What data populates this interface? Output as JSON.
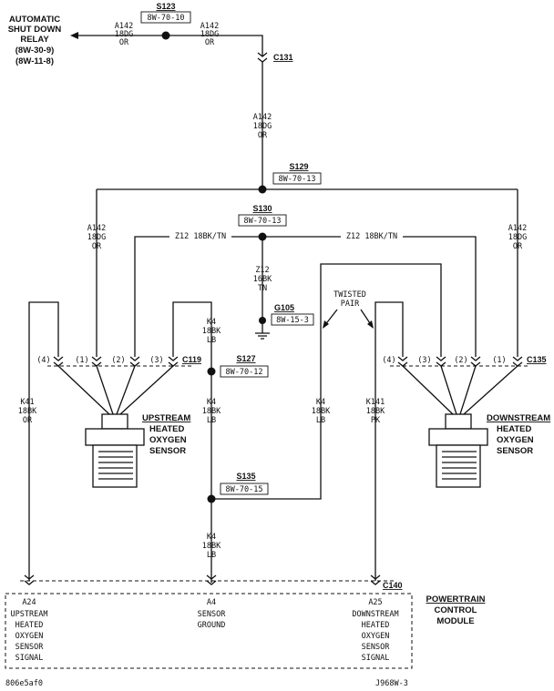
{
  "relay": {
    "line1": "AUTOMATIC",
    "line2": "SHUT DOWN",
    "line3": "RELAY",
    "ref1": "(8W-30-9)",
    "ref2": "(8W-11-8)"
  },
  "splices": {
    "s123": {
      "id": "S123",
      "ref": "8W-70-10"
    },
    "s129": {
      "id": "S129",
      "ref": "8W-70-13"
    },
    "s130": {
      "id": "S130",
      "ref": "8W-70-13"
    },
    "s127": {
      "id": "S127",
      "ref": "8W-70-12"
    },
    "s135": {
      "id": "S135",
      "ref": "8W-70-15"
    }
  },
  "ground": {
    "id": "G105",
    "ref": "8W-15-3"
  },
  "connectors": {
    "c131": "C131",
    "c119": "C119",
    "c135": "C135",
    "c140": "C140"
  },
  "wire_labels": {
    "a142_top_left": [
      "A142",
      "18DG",
      "OR"
    ],
    "a142_top_right": [
      "A142",
      "18DG",
      "OR"
    ],
    "a142_mid": [
      "A142",
      "18DG",
      "OR"
    ],
    "a142_left": [
      "A142",
      "18DG",
      "OR"
    ],
    "a142_right": [
      "A142",
      "18DG",
      "OR"
    ],
    "z12_left": "Z12 18BK/TN",
    "z12_right": "Z12 18BK/TN",
    "z12_ground": [
      "Z12",
      "16BK",
      "TN"
    ],
    "k4_upper": [
      "K4",
      "18BK",
      "LB"
    ],
    "k4_mid": [
      "K4",
      "18BK",
      "LB"
    ],
    "k4_lower": [
      "K4",
      "18BK",
      "LB"
    ],
    "k4_right": [
      "K4",
      "18BK",
      "LB"
    ],
    "k41": [
      "K41",
      "18BK",
      "OR"
    ],
    "k141": [
      "K141",
      "18BK",
      "PK"
    ]
  },
  "twisted_pair": [
    "TWISTED",
    "PAIR"
  ],
  "pins_left": [
    "(4)",
    "(1)",
    "(2)",
    "(3)"
  ],
  "pins_right": [
    "(4)",
    "(3)",
    "(2)",
    "(1)"
  ],
  "upstream_sensor": [
    "UPSTREAM",
    "HEATED",
    "OXYGEN",
    "SENSOR"
  ],
  "downstream_sensor": [
    "DOWNSTREAM",
    "HEATED",
    "OXYGEN",
    "SENSOR"
  ],
  "pcm": {
    "line1": "POWERTRAIN",
    "line2": "CONTROL",
    "line3": "MODULE"
  },
  "pcm_pins": {
    "a24": [
      "A24",
      "UPSTREAM",
      "HEATED",
      "OXYGEN",
      "SENSOR",
      "SIGNAL"
    ],
    "a4": [
      "A4",
      "SENSOR",
      "GROUND"
    ],
    "a25": [
      "A25",
      "DOWNSTREAM",
      "HEATED",
      "OXYGEN",
      "SENSOR",
      "SIGNAL"
    ]
  },
  "footer": {
    "left": "806e5af0",
    "right": "J968W-3"
  }
}
